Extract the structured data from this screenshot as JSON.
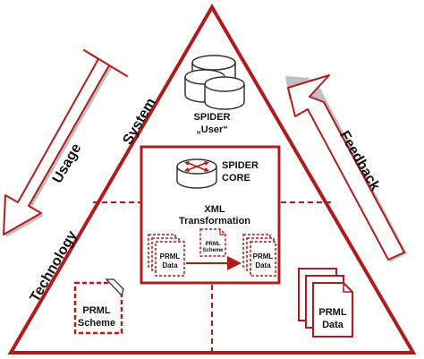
{
  "colors": {
    "accent": "#b01c1c",
    "shadow": "#b5b5b5",
    "ink": "#111111"
  },
  "layers": {
    "system": "System",
    "technology": "Technology"
  },
  "arrows": {
    "usage": "Usage",
    "feedback": "Feedback"
  },
  "user_db": {
    "line1": "SPIDER",
    "line2": "„User“",
    "icon": "database-cylinders-icon"
  },
  "core": {
    "line1": "SPIDER",
    "line2": "CORE",
    "icon": "router-icon"
  },
  "xml": {
    "line1": "XML",
    "line2": "Transformation",
    "source": {
      "line1": "PRML",
      "line2": "Data"
    },
    "scheme": {
      "line1": "PRML",
      "line2": "Scheme"
    },
    "target": {
      "line1": "PRML",
      "line2": "Data"
    }
  },
  "prml_scheme": {
    "line1": "PRML",
    "line2": "Scheme"
  },
  "prml_data": {
    "line1": "PRML",
    "line2": "Data"
  }
}
